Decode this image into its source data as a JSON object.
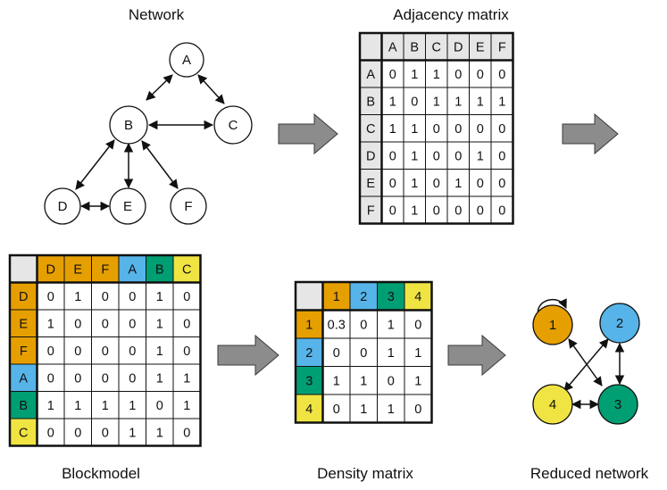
{
  "titles": {
    "network": "Network",
    "adjacency": "Adjacency matrix",
    "blockmodel": "Blockmodel",
    "density": "Density matrix",
    "reduced": "Reduced network"
  },
  "colors": {
    "header_gray": "#e6e6e6",
    "orange": "#e69f00",
    "blue": "#56b4e9",
    "green": "#009e73",
    "yellow": "#f0e442",
    "arrow_gray": "#8c8c8c"
  },
  "network": {
    "nodes": [
      "A",
      "B",
      "C",
      "D",
      "E",
      "F"
    ],
    "edges": [
      [
        "A",
        "B"
      ],
      [
        "A",
        "C"
      ],
      [
        "B",
        "C"
      ],
      [
        "B",
        "D"
      ],
      [
        "B",
        "E"
      ],
      [
        "B",
        "F"
      ],
      [
        "D",
        "E"
      ]
    ]
  },
  "adjacency": {
    "labels": [
      "A",
      "B",
      "C",
      "D",
      "E",
      "F"
    ],
    "rows": [
      [
        "0",
        "1",
        "1",
        "0",
        "0",
        "0"
      ],
      [
        "1",
        "0",
        "1",
        "1",
        "1",
        "1"
      ],
      [
        "1",
        "1",
        "0",
        "0",
        "0",
        "0"
      ],
      [
        "0",
        "1",
        "0",
        "0",
        "1",
        "0"
      ],
      [
        "0",
        "1",
        "0",
        "1",
        "0",
        "0"
      ],
      [
        "0",
        "1",
        "0",
        "0",
        "0",
        "0"
      ]
    ]
  },
  "blockmodel": {
    "labels": [
      "D",
      "E",
      "F",
      "A",
      "B",
      "C"
    ],
    "label_colors": [
      "orange",
      "orange",
      "orange",
      "blue",
      "green",
      "yellow"
    ],
    "rows": [
      [
        "0",
        "1",
        "0",
        "0",
        "1",
        "0"
      ],
      [
        "1",
        "0",
        "0",
        "0",
        "1",
        "0"
      ],
      [
        "0",
        "0",
        "0",
        "0",
        "1",
        "0"
      ],
      [
        "0",
        "0",
        "0",
        "0",
        "1",
        "1"
      ],
      [
        "1",
        "1",
        "1",
        "1",
        "0",
        "1"
      ],
      [
        "0",
        "0",
        "0",
        "1",
        "1",
        "0"
      ]
    ]
  },
  "density": {
    "labels": [
      "1",
      "2",
      "3",
      "4"
    ],
    "label_colors": [
      "orange",
      "blue",
      "green",
      "yellow"
    ],
    "rows": [
      [
        "0.3",
        "0",
        "1",
        "0"
      ],
      [
        "0",
        "0",
        "1",
        "1"
      ],
      [
        "1",
        "1",
        "0",
        "1"
      ],
      [
        "0",
        "1",
        "1",
        "0"
      ]
    ]
  },
  "reduced": {
    "nodes": [
      "1",
      "2",
      "3",
      "4"
    ],
    "node_colors": [
      "orange",
      "blue",
      "green",
      "yellow"
    ]
  }
}
